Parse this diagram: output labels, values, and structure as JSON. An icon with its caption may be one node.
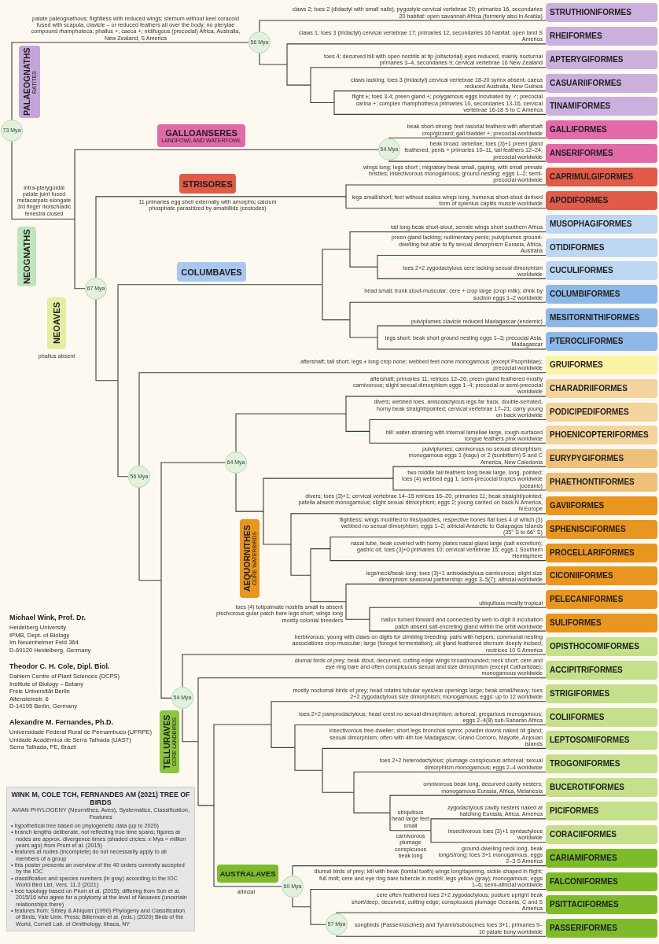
{
  "diagram": {
    "nodes": [
      {
        "text": [
          "73 Mya"
        ]
      },
      {
        "text": [
          "PALAEOGNATHS",
          "RATITES"
        ]
      },
      {
        "text": [
          "56 Mya"
        ]
      },
      {
        "text": [
          "STRUTHIONIFORMES"
        ]
      },
      {
        "text": [
          "RHEIFORMES"
        ]
      },
      {
        "text": [
          "APTERYGIFORMES"
        ]
      },
      {
        "text": [
          "CASUARIIFORMES"
        ]
      },
      {
        "text": [
          "TINAMIFORMES"
        ]
      },
      {
        "text": [
          "NEOGNATHS"
        ],
        "beside": [
          "intra-pterygoidal palate joint fused metacarpals elongate 3rd finger ilioischiadic fenestra closed"
        ]
      },
      {
        "text": [
          "GALLOANSERES",
          "LANDFOWL AND WATERFOWL"
        ]
      },
      {
        "text": [
          "54 Mya"
        ]
      },
      {
        "text": [
          "GALLIFORMES"
        ]
      },
      {
        "text": [
          "ANSERIFORMES"
        ]
      },
      {
        "text": [
          "NEOAVES"
        ],
        "beside": [
          "phallus absent"
        ]
      },
      {
        "text": [
          "67 Mya"
        ]
      },
      {
        "text": [
          "STRISORES"
        ],
        "beside": [
          "11 primaries egg shell externally with amorphic calcium phosphate parasitized by amabiliids (cestodes)"
        ]
      },
      {
        "text": [
          "CAPRIMULGIFORMES"
        ]
      },
      {
        "text": [
          "APODIFORMES"
        ]
      },
      {
        "text": [
          "COLUMBAVES"
        ]
      },
      {
        "text": [
          "MUSOPHAGIFORMES"
        ]
      },
      {
        "text": [
          "OTIDIFORMES"
        ]
      },
      {
        "text": [
          "CUCULIFORMES"
        ]
      },
      {
        "text": [
          "COLUMBIFORMES"
        ]
      },
      {
        "text": [
          "MESITORNITHIFORMES"
        ]
      },
      {
        "text": [
          "PTEROCLIFORMES"
        ]
      },
      {
        "text": [
          "56 Mya"
        ]
      },
      {
        "text": [
          "GRUIFORMES"
        ]
      },
      {
        "text": [
          "64 Mya"
        ]
      },
      {
        "text": [
          "CHARADRIIFORMES"
        ]
      },
      {
        "text": [
          "PODICIPEDIFORMES"
        ]
      },
      {
        "text": [
          "PHOENICOPTERIFORMES"
        ]
      },
      {
        "text": [
          "EURYPYGIFORMES"
        ]
      },
      {
        "text": [
          "PHAETHONTIFORMES"
        ]
      },
      {
        "text": [
          "AEQUORNITHES",
          "CORE WATERBIRDS"
        ]
      },
      {
        "text": [
          "GAVIIFORMES"
        ]
      },
      {
        "text": [
          "SPHENISCIFORMES"
        ]
      },
      {
        "text": [
          "PROCELLARIFORMES"
        ]
      },
      {
        "text": [
          "CICONIIFORMES"
        ]
      },
      {
        "text": [
          "PELECANIFORMES"
        ]
      },
      {
        "text": [
          "SULIFORMES"
        ]
      },
      {
        "text": [
          "54 Mya"
        ]
      },
      {
        "text": [
          "OPISTHOCOMIFORMES"
        ]
      },
      {
        "text": [
          "TELLURAVES",
          "CORE LANDBIRDS"
        ]
      },
      {
        "text": [
          "ACCIPITRIFORMES"
        ]
      },
      {
        "text": [
          "STRIGIFORMES"
        ]
      },
      {
        "text": [
          "COLIIFORMES"
        ]
      },
      {
        "text": [
          "LEPTOSOMIFORMES"
        ]
      },
      {
        "text": [
          "TROGONIFORMES"
        ]
      },
      {
        "text": [
          "BUCEROTIFORMES"
        ]
      },
      {
        "text": [
          "PICIFORMES"
        ]
      },
      {
        "text": [
          "CORACIIFORMES"
        ]
      },
      {
        "text": [
          "AUSTRALAVES"
        ],
        "beside": [
          "altricial"
        ]
      },
      {
        "text": [
          "60 Mya"
        ]
      },
      {
        "text": [
          "CARIAMIFORMES"
        ]
      },
      {
        "text": [
          "FALCONIFORMES"
        ]
      },
      {
        "text": [
          "57 Mya"
        ]
      },
      {
        "text": [
          "PSITTACIFORMES"
        ]
      },
      {
        "text": [
          "PASSERIFORMES"
        ]
      },
      {
        "text": [
          "WINK M, COLE TCH, FERNANDES AM (2021) TREE OF BIRDS",
          "AVIAN PHYLOGENY (Neornithes, Aves), Systematics, Classification, Features",
          "• hypothetical tree based on phylogenetic data (up to 2020)",
          "• branch lengths deliberate, not reflecting true time spans; figures at nodes are approx. divergence times (shaded circles: x Mya = million years ago) from Prum et al. (2015)",
          "• features at nodes (incomplete) do not necessarily apply to all members of a group",
          "• this poster presents an overview of the 40 orders currently accepted by the IOC",
          "• classification and species numbers (in gray) according to the IOC World Bird List, Vers. 11.2 (2021)",
          "• tree topology based on Prum et al. (2015); differing from Suh et al. 2015/16 who agree for a polytomy at the level of Neoaves (uncertain relationships there)",
          "• features from: Sibley & Ahlquist (1990) Phylogeny and Classification of Birds, Yale Univ. Press; Billerman et al. (eds.) (2020) Birds of the World, Cornell Lab. of Ornithology, Ithaca, NY"
        ]
      }
    ],
    "edges": [
      {
        "from": 0,
        "to": 2,
        "arrow": "none",
        "label": "palate paleognathous; flightless with reduced wings; sternum without keel coracoid fused with scapula; clavicle – or reduced feathers all over the body; no pterylae compound rhamphoteca; phallus +; caeca +; nidifugous (precocial) Africa, Australia, New Zealand, S America"
      },
      {
        "from": 0,
        "to": 10,
        "arrow": "none"
      },
      {
        "from": 0,
        "to": 14,
        "arrow": "none"
      },
      {
        "from": 2,
        "to": 3,
        "arrow": "none",
        "label": "claws 2; toes 2 (didactyl with small nails); pygostyle cervical vertebrae 20; primaries 16, secondaries 20 habitat: open savannah Africa (formerly also in Arabia)"
      },
      {
        "from": 2,
        "to": 4,
        "arrow": "none",
        "label": "claws 1; toes 3 (tridactyl) cervical vertebrae 17; primaries 12, secondaries 16 habitat: open land S America"
      },
      {
        "from": 2,
        "to": 5,
        "arrow": "none",
        "label": "toes 4; decurved bill with open nostrils at tip (olfactorial) eyes reduced, mainly nocturnal primaries 3–4, secondaries 9; cervical vertebrae 16 New Zealand"
      },
      {
        "from": 2,
        "to": 6,
        "arrow": "none",
        "label": "claws lacking; toes 3 (tridactyl) cervical vertebrae 18-20 syrinx absent; caeca reduced Australia, New Guinea"
      },
      {
        "from": 2,
        "to": 7,
        "arrow": "none",
        "label": "flight ±; toes 3-4; preen gland +; polygamous eggs incubated by ♂; precocial carina +; complex rhamphotheca primaries 10, secondaries 13-16, cervical vertebrae 16-18 S to C America"
      },
      {
        "from": 10,
        "to": 11,
        "arrow": "none",
        "label": "beak short-strong; feet rasorial feathers with aftershaft crop/gizzard; gall bladder +; precocial worldwide"
      },
      {
        "from": 10,
        "to": 12,
        "arrow": "none",
        "label": "beak broad, lamellae; toes (3)+1 preen gland feathered; penis + primaries 10–11, tail feathers 12–24; precocial worldwide"
      },
      {
        "from": 14,
        "to": 16,
        "arrow": "none",
        "label": "wings long; legs short ; migratory beak small, gaping, with small pinnate bristles; insectivorous monogamous; ground nesting; eggs 1–2; semi-precocial worldwide"
      },
      {
        "from": 14,
        "to": 17,
        "arrow": "none",
        "label": "legs small/short; feet without scales wings long, humerus short-stout derived form of splenius capitis muscle worldwide"
      },
      {
        "from": 14,
        "to": 19,
        "arrow": "none",
        "label": "tail long beak short-stout, serrate wings short southern Africa"
      },
      {
        "from": 14,
        "to": 20,
        "arrow": "none",
        "label": "preen gland lacking; rudimentary penis; pulviplumes ground-dwelling but able to fly sexual dimorphism Eurasia, Africa, Australia"
      },
      {
        "from": 14,
        "to": 21,
        "arrow": "none",
        "label": "toes 2+2 zygodactylous cere lacking sexual dimorphism worldwide"
      },
      {
        "from": 14,
        "to": 22,
        "arrow": "none",
        "label": "head small; trunk stout-muscular; cere + crop large (crop milk); drink by suction eggs 1–2 worldwide"
      },
      {
        "from": 14,
        "to": 23,
        "arrow": "none",
        "label": "pulviplumes clavicle reduced Madagascar (endemic)"
      },
      {
        "from": 14,
        "to": 24,
        "arrow": "none",
        "label": "legs short; beak short ground nesting eggs 1–3; precocial Asia, Madagascar"
      },
      {
        "from": 14,
        "to": 25,
        "arrow": "none"
      },
      {
        "from": 25,
        "to": 26,
        "arrow": "none",
        "label": "aftershaft; tail short; legs ± long crop none; webbed feet none monogamous (except Psophiidae); precocial worldwide"
      },
      {
        "from": 25,
        "to": 27,
        "arrow": "none"
      },
      {
        "from": 25,
        "to": 40,
        "arrow": "none"
      },
      {
        "from": 27,
        "to": 28,
        "arrow": "none",
        "label": "aftershaft; primaries 11; retrices 12–26; preen gland feathered mostly carnivorous; slight sexual dimorphism eggs 1–4; precocial or semi-precocial worldwide"
      },
      {
        "from": 27,
        "to": 29,
        "arrow": "none",
        "label": "divers; webbed toes, anisodactylous legs far back, double-serrated, horny beak straight/pointed; cervical vertebrae 17–21; carry young on back worldwide"
      },
      {
        "from": 27,
        "to": 30,
        "arrow": "none",
        "label": "bill: water-straining with internal lamellae large, rough-surfaced tongue feathers pink worldwide"
      },
      {
        "from": 27,
        "to": 31,
        "arrow": "none",
        "label": "pulviplumes; carnivorous no sexual dimorphism; monogamous eggs 1 (kagu) or 2 (sunbittern) S and C America, New Caledonia"
      },
      {
        "from": 27,
        "to": 32,
        "arrow": "none",
        "label": "two middle tail feathers long beak large, long, pointed; toes (4) webbed egg 1; semi-precocial tropics worldwide (oceanic)"
      },
      {
        "from": 27,
        "to": 34,
        "arrow": "none",
        "label": "divers; toes (3)+1; cervical vertebrae 14–15 retrices 16–20, primaries 11; beak straight/pointed; patella absent monogamous; slight sexual dimorphism; eggs 2; young carried on back N America, N Europe"
      },
      {
        "from": 27,
        "to": 35,
        "arrow": "none",
        "label": "flightless: wings modified to fins/paddles, respective bones flat toes 4 of which (3) webbed no sexual dimorphism; eggs 1–2; altricial Antarctic to Galapagos Islands (35° S to 66° S)"
      },
      {
        "from": 27,
        "to": 36,
        "arrow": "none",
        "label": "nasal tube, beak covered with horny plates nasal gland large (salt excretion); gastric oil; toes (3)+0 primaries 10; cervical vertebrae 15; eggs 1 Southern Hemisphere"
      },
      {
        "from": 27,
        "to": 37,
        "arrow": "none",
        "label": "legs/neck/beak long; toes (3)+1 anisodactylous carnivorous; slight size dimorphism seasonal partnership; eggs 3–5(7); altricial worldwide"
      },
      {
        "from": 27,
        "to": 38,
        "arrow": "none",
        "label": "ubiquitous mostly tropical"
      },
      {
        "from": 27,
        "to": 39,
        "arrow": "none",
        "label": "hallux turned forward and connected by web to digit II incubation patch absent salt-excreting gland within the orbit worldwide"
      },
      {
        "from": 40,
        "to": 41,
        "arrow": "none",
        "label": "herbivorous; young with claws on digits for climbing breeding: pairs with helpers; communal nesting associations crop muscular; large (foregut fermentation); oil gland feathered sternum deeply incised; rectrices 10 S America"
      },
      {
        "from": 40,
        "to": 43,
        "arrow": "none",
        "label": "diurnal birds of prey; beak stout, decurved, cutting edge wings broad/rounded; neck short; cere and eye ring bare and often conspicuous sexual and size dimorphism (except Cathartidae); monogamous worldwide"
      },
      {
        "from": 40,
        "to": 44,
        "arrow": "none",
        "label": "mostly nocturnal birds of prey; head rotates tubular eyes/ear openings large; beak small/heavy; toes 2+2 zygodactylous size dimorphism; monogamous; eggs: up to 12 worldwide"
      },
      {
        "from": 40,
        "to": 45,
        "arrow": "none",
        "label": "toes 2+2 pamprodactylous; head crest no sexual dimorphism; arboreal; gregarious monogamous; eggs 2–4(8) sub-Saharan Africa"
      },
      {
        "from": 40,
        "to": 46,
        "arrow": "none",
        "label": "insectivorous tree-dweller; short legs bronchial syrinx; powder downs naked oil gland; sexual dimorphism; often with 4th toe Madagascar, Grand Comoro, Mayotte, Anjouan Islands"
      },
      {
        "from": 40,
        "to": 47,
        "arrow": "none",
        "label": "toes 2+2 heterodactylous; plumage conspicuous arboreal; sexual dimorphism monogamous; eggs 2–4 worldwide"
      },
      {
        "from": 40,
        "to": 48,
        "arrow": "none",
        "label": "omnivorous beak long, decurved cavity nesters; monogamous Eurasia, Africa, Melanesia"
      },
      {
        "from": 40,
        "to": 49,
        "arrow": "none",
        "label": "zygodactylous cavity nesters naked at hatching Eurasia, Africa, America"
      },
      {
        "from": 40,
        "to": 50,
        "arrow": "none",
        "label": "insectivorous toes (3)+1 syndactylous worldwide"
      },
      {
        "from": 40,
        "to": 52,
        "arrow": "none"
      },
      {
        "from": 52,
        "to": 53,
        "arrow": "none",
        "label": "ground-dwelling neck long, beak long/strong; toes 3+1 monogamous, eggs 2–3 S America"
      },
      {
        "from": 52,
        "to": 54,
        "arrow": "none",
        "label": "diurnal birds of prey; kill with beak (tomial tooth) wings long/tapering, sickle-shaped in flight; full molt; cere and eye ring bare tubercle in nostril; legs yellow (gray); monogamous; eggs 1–6; semi-altricial worldwide"
      },
      {
        "from": 52,
        "to": 55,
        "arrow": "none"
      },
      {
        "from": 55,
        "to": 56,
        "arrow": "none",
        "label": "cere often feathered toes 2+2 zygodactylous; posture upright beak short/deep, decurved, cutting edge; conspicuous plumage Oceania, C and S America"
      },
      {
        "from": 55,
        "to": 57,
        "arrow": "none",
        "label": "songbirds (Passeri/oscines) and Tyranni/suboscines toes 3+1; primaries 9–10 palate bony worldwide"
      }
    ],
    "labels": [
      "toes (4) totipalmate nostrils small to absent piscivorous gular patch bare legs short; wings long mostly colonial breeders",
      "Michael Wink, Prof. Dr.",
      "Heidelberg University",
      "IPMB, Dept. of Biology",
      "Im Neuenheimer Feld 364",
      "D-69120 Heidelberg, Germany",
      "Theodor C. H. Cole, Dipl. Biol.",
      "Dahlem Centre of Plant Sciences (DCPS)",
      "Institute of Biology – Botany",
      "Freie Universität Berlin",
      "Altensteinstr. 6",
      "D-14195 Berlin, Germany",
      "Alexandre M. Fernandes, Ph.D.",
      "Universidade Federal Rural de Pernambuco (UFRPE)",
      "Unidade Acadêmica de Serra Talhada (UAST)",
      "Serra Talhada, PE, Brazil",
      "ubiquitous head large feet small",
      "carnivorous plumage conspicuous beak long"
    ]
  }
}
